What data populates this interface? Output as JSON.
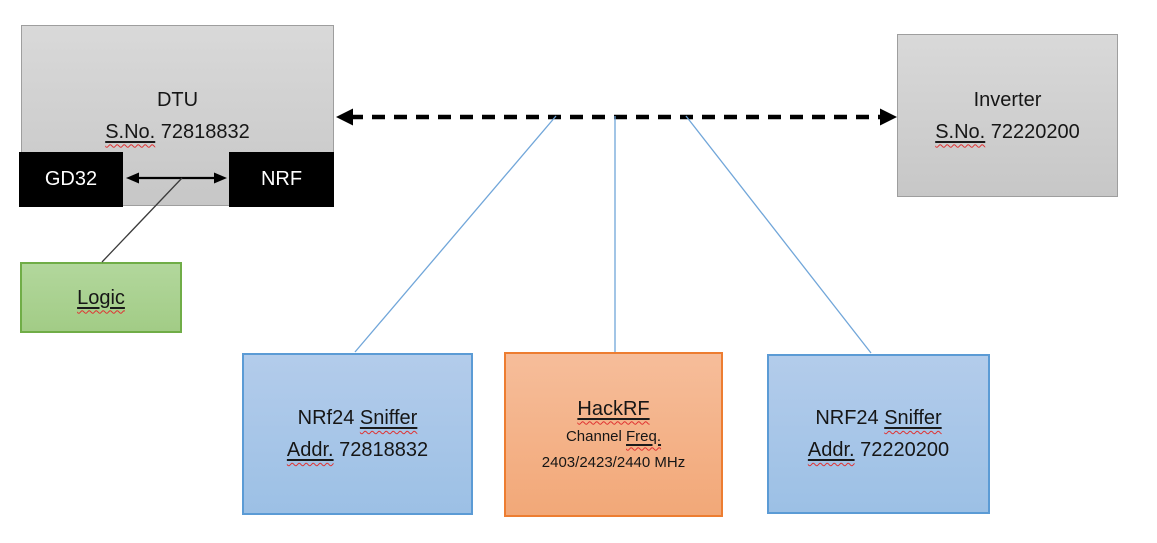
{
  "diagram": {
    "dtu": {
      "title": "DTU",
      "serial_label": "S.No.",
      "serial_value": " 72818832"
    },
    "gd32": {
      "label": "GD32"
    },
    "nrf": {
      "label": "NRF"
    },
    "logic": {
      "label": "Logic"
    },
    "inverter": {
      "title": "Inverter",
      "serial_label": "S.No.",
      "serial_value": " 72220200"
    },
    "sniffer1": {
      "title_plain": "NRf24 ",
      "title_miss": "Sniffer",
      "addr_label": "Addr.",
      "addr_value": " 72818832"
    },
    "hackrf": {
      "title": "HackRF",
      "subtitle_plain": "Channel ",
      "subtitle_miss": "Freq.",
      "frequencies": "2403/2423/2440 MHz"
    },
    "sniffer2": {
      "title_plain": "NRF24 ",
      "title_miss": "Sniffer",
      "addr_label": "Addr.",
      "addr_value": " 72220200"
    }
  },
  "colors": {
    "gray_fill": "#d1d1d1",
    "gray_border": "#9e9e9e",
    "black_fill": "#000000",
    "green_fill": "#a9d18e",
    "green_border": "#70ad47",
    "blue_fill": "#9dc3e6",
    "blue_border": "#5b9bd5",
    "orange_fill": "#f4b183",
    "orange_border": "#ed7d31",
    "connector_blue": "#71a6d9",
    "arrow_black": "#000000",
    "squiggle_red": "#e03131"
  }
}
